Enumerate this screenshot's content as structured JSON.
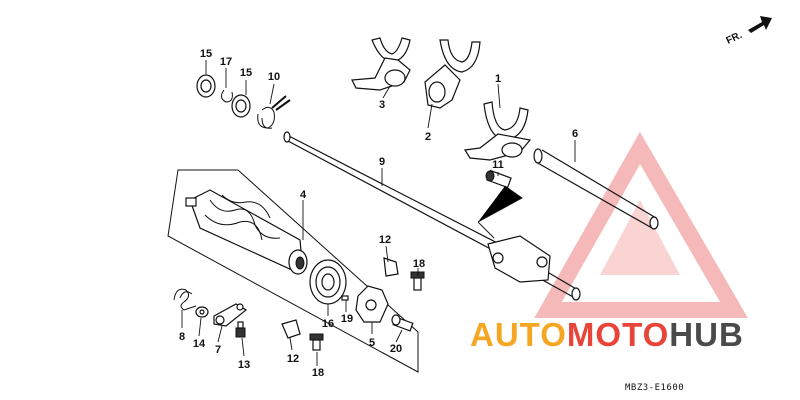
{
  "diagram": {
    "direction_label": "FR.",
    "drawing_code": "MBZ3-E1600",
    "callouts": {
      "c1": "1",
      "c2": "2",
      "c3": "3",
      "c4": "4",
      "c5": "5",
      "c6": "6",
      "c7": "7",
      "c8a": "8",
      "c9": "9",
      "c10": "10",
      "c11": "11",
      "c12a": "12",
      "c12b": "12",
      "c13": "13",
      "c14": "14",
      "c15a": "15",
      "c15b": "15",
      "c16": "16",
      "c17": "17",
      "c18a": "18",
      "c18b": "18",
      "c19": "19",
      "c20": "20"
    }
  },
  "watermark": {
    "part1": "AUTO",
    "part2": "MOTO",
    "part3": "HUB",
    "color_orange": "#f5a623",
    "color_red": "#e8443a",
    "color_dark": "#4a4a4a"
  }
}
